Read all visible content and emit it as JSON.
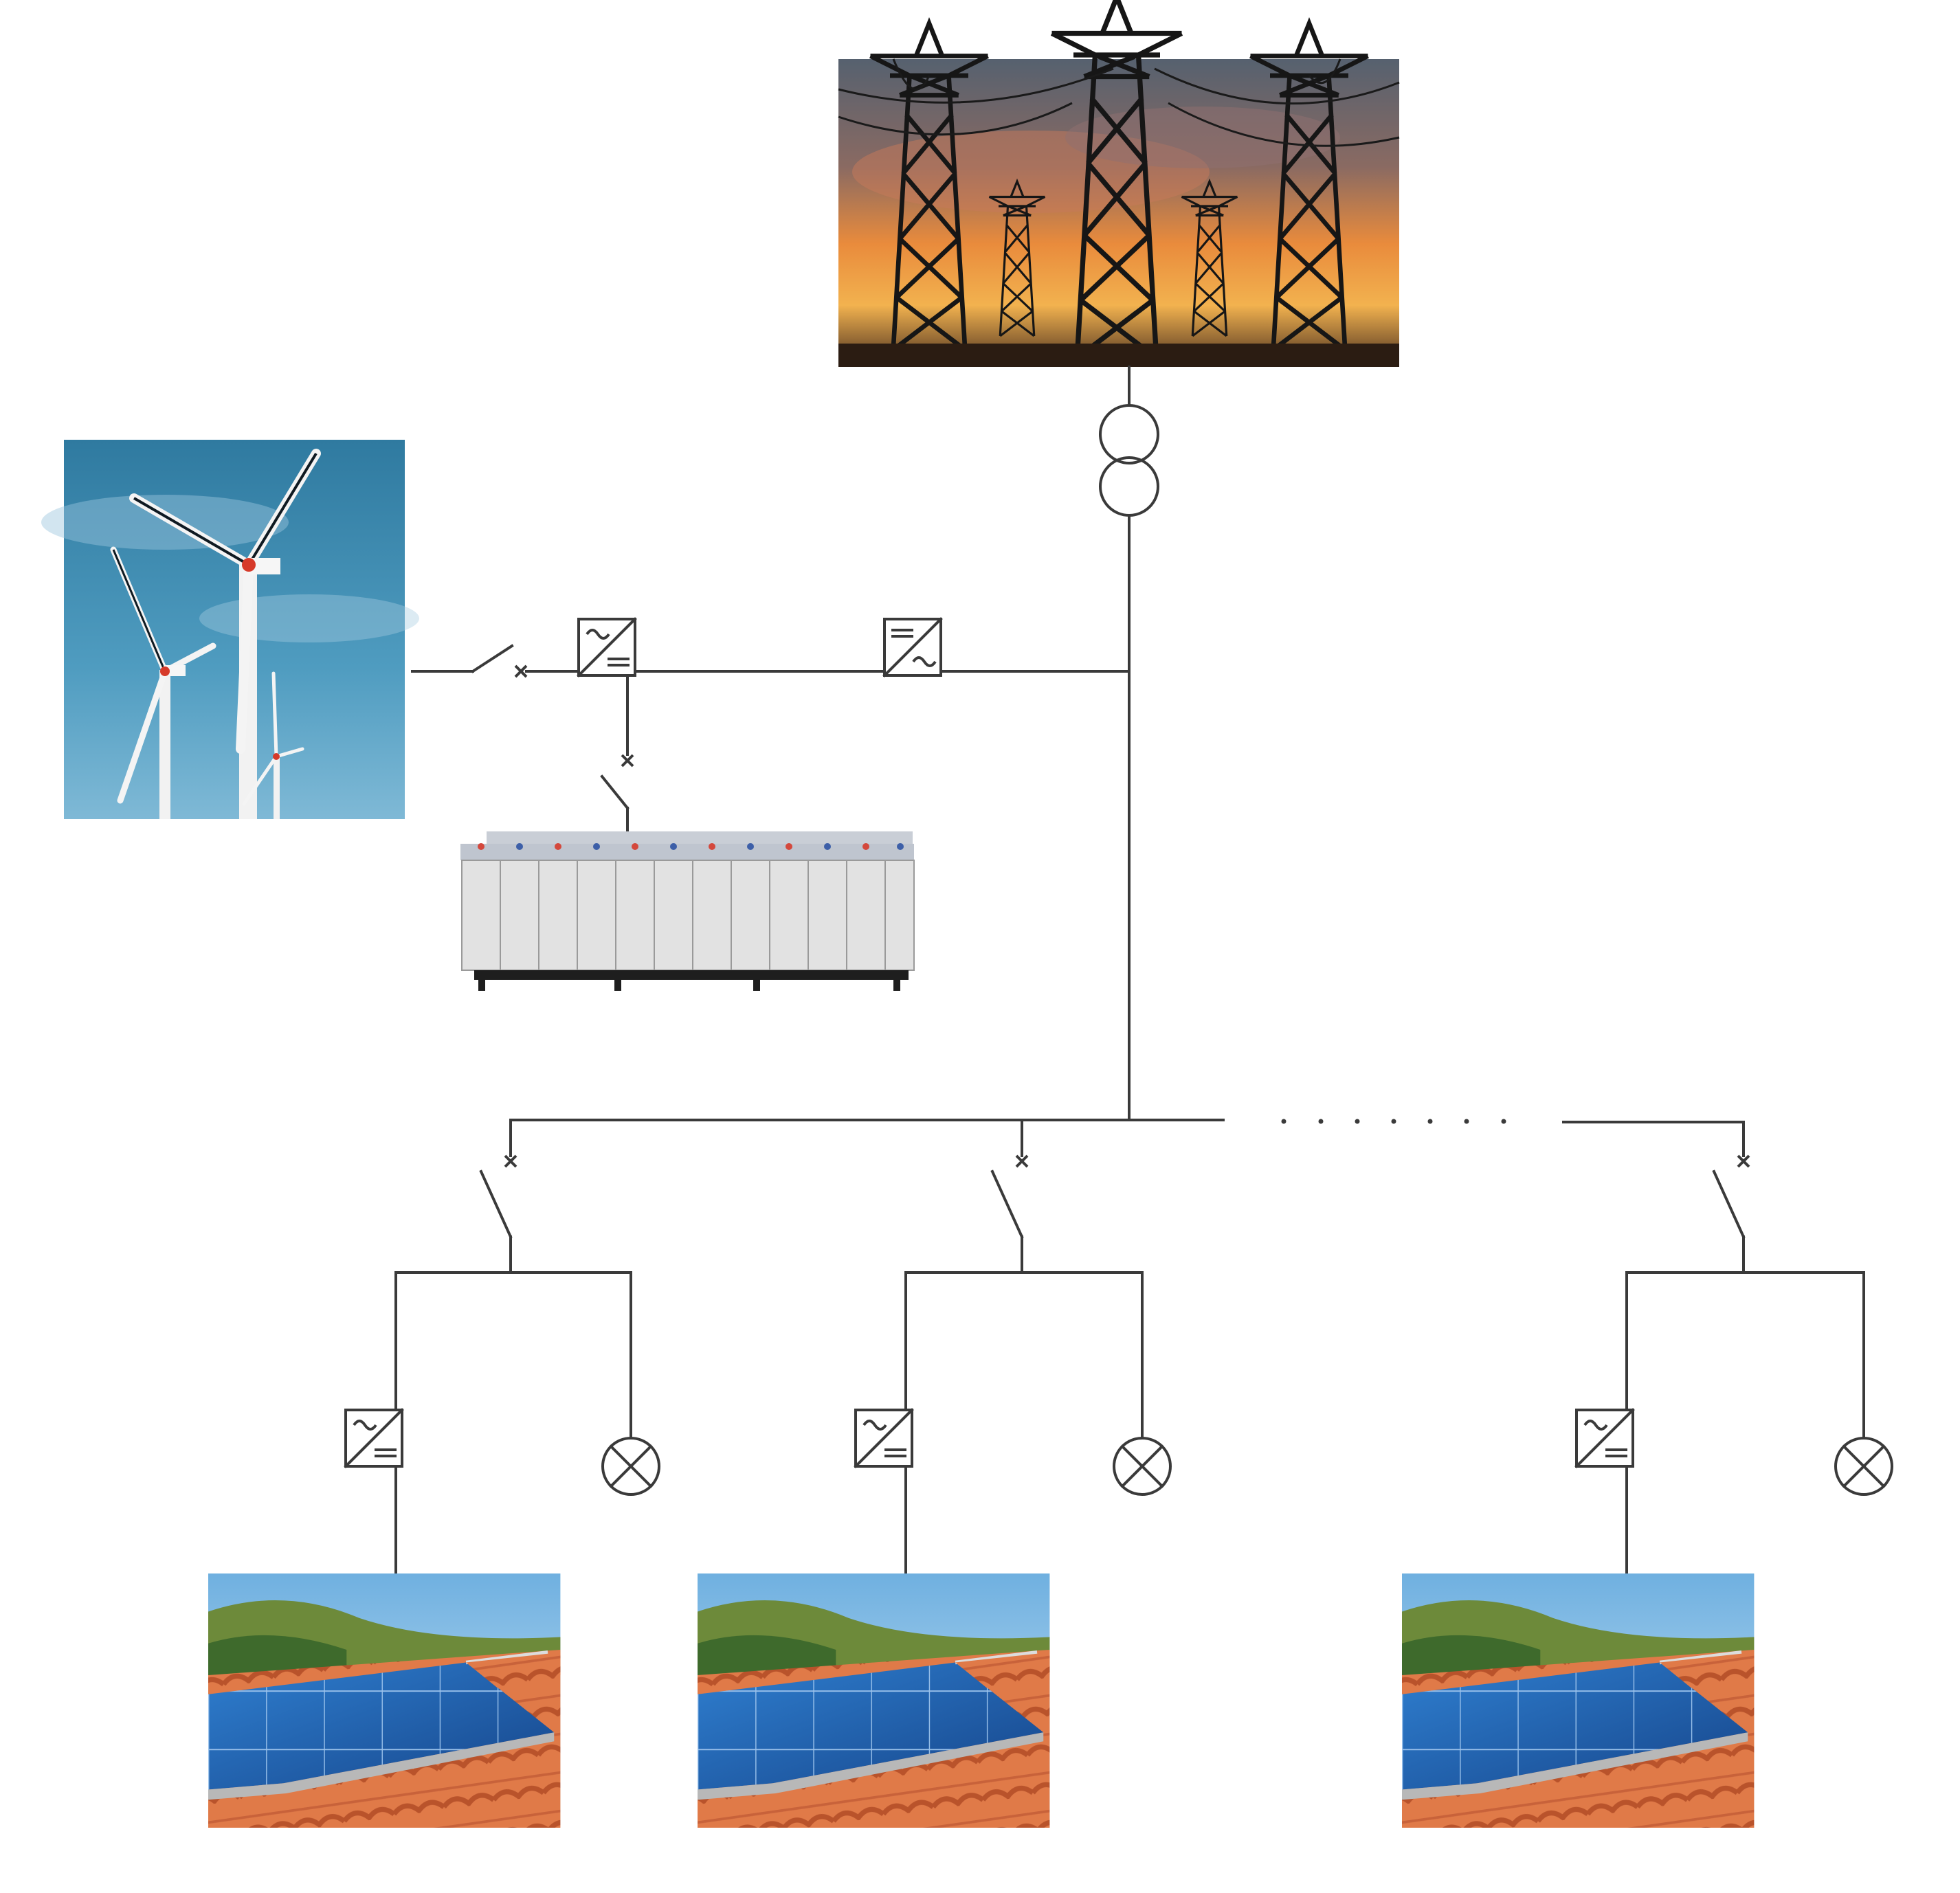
{
  "diagram": {
    "type": "single-line electrical diagram (microgrid)",
    "nodes": [
      {
        "id": "grid",
        "kind": "photo",
        "icon": "power-transmission-towers"
      },
      {
        "id": "main-transformer",
        "kind": "symbol",
        "icon": "transformer-two-winding"
      },
      {
        "id": "wind",
        "kind": "photo",
        "icon": "wind-turbines"
      },
      {
        "id": "wind-breaker",
        "kind": "symbol",
        "icon": "circuit-breaker"
      },
      {
        "id": "rectifier",
        "kind": "symbol",
        "icon": "ac-dc-converter"
      },
      {
        "id": "battery-breaker",
        "kind": "symbol",
        "icon": "circuit-breaker"
      },
      {
        "id": "battery",
        "kind": "photo",
        "icon": "battery-bank"
      },
      {
        "id": "inverter",
        "kind": "symbol",
        "icon": "dc-ac-inverter"
      },
      {
        "id": "feeder-1",
        "kind": "branch",
        "icons": [
          "circuit-breaker",
          "ac-dc-converter",
          "load-lamp",
          "rooftop-solar-panels"
        ]
      },
      {
        "id": "feeder-2",
        "kind": "branch",
        "icons": [
          "circuit-breaker",
          "ac-dc-converter",
          "load-lamp",
          "rooftop-solar-panels"
        ]
      },
      {
        "id": "feeder-n",
        "kind": "branch",
        "icons": [
          "circuit-breaker",
          "ac-dc-converter",
          "load-lamp",
          "rooftop-solar-panels"
        ]
      }
    ],
    "continuation": "dotted-ellipsis"
  },
  "colors": {
    "line": "#3a3a3a",
    "sky_sunset": "#e98b3c",
    "sky_blue": "#3f8fb3",
    "solar_blue": "#1f5ea8",
    "roof_tile": "#e0703f",
    "battery_grey": "#d9d9d9"
  }
}
